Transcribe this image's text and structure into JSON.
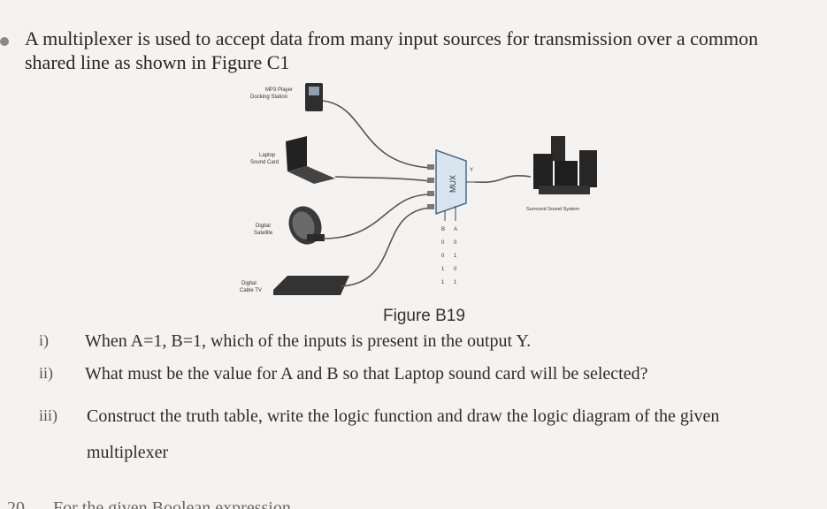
{
  "intro": {
    "line1": "A multiplexer is used to accept data from many input sources for transmission over a common",
    "line2": "shared line as shown in Figure C1"
  },
  "figure": {
    "devices": {
      "mp3_line1": "MP3 Player",
      "mp3_line2": "Docking Station",
      "laptop_line1": "Laptop",
      "laptop_line2": "Sound Card",
      "satellite_line1": "Digital",
      "satellite_line2": "Satellite",
      "cable_line1": "Digital",
      "cable_line2": "Cable TV",
      "surround": "Surround Sound System"
    },
    "mux_label": "MUX",
    "output_label": "Y",
    "select_table": {
      "headers": [
        "B",
        "A"
      ],
      "rows": [
        [
          "0",
          "0"
        ],
        [
          "0",
          "1"
        ],
        [
          "1",
          "0"
        ],
        [
          "1",
          "1"
        ]
      ]
    },
    "caption": "Figure B19"
  },
  "questions": [
    {
      "num": "i)",
      "text": "When A=1, B=1, which of the inputs is present in the output Y."
    },
    {
      "num": "ii)",
      "text": "What must be the value for A and B so that Laptop sound card will be selected?"
    },
    {
      "num": "iii)",
      "text_line1": "Construct the truth table, write the logic function and draw the logic diagram of the given",
      "text_line2": "multiplexer"
    }
  ],
  "footer": {
    "num": "20",
    "text": "For the given Boolean expression"
  }
}
